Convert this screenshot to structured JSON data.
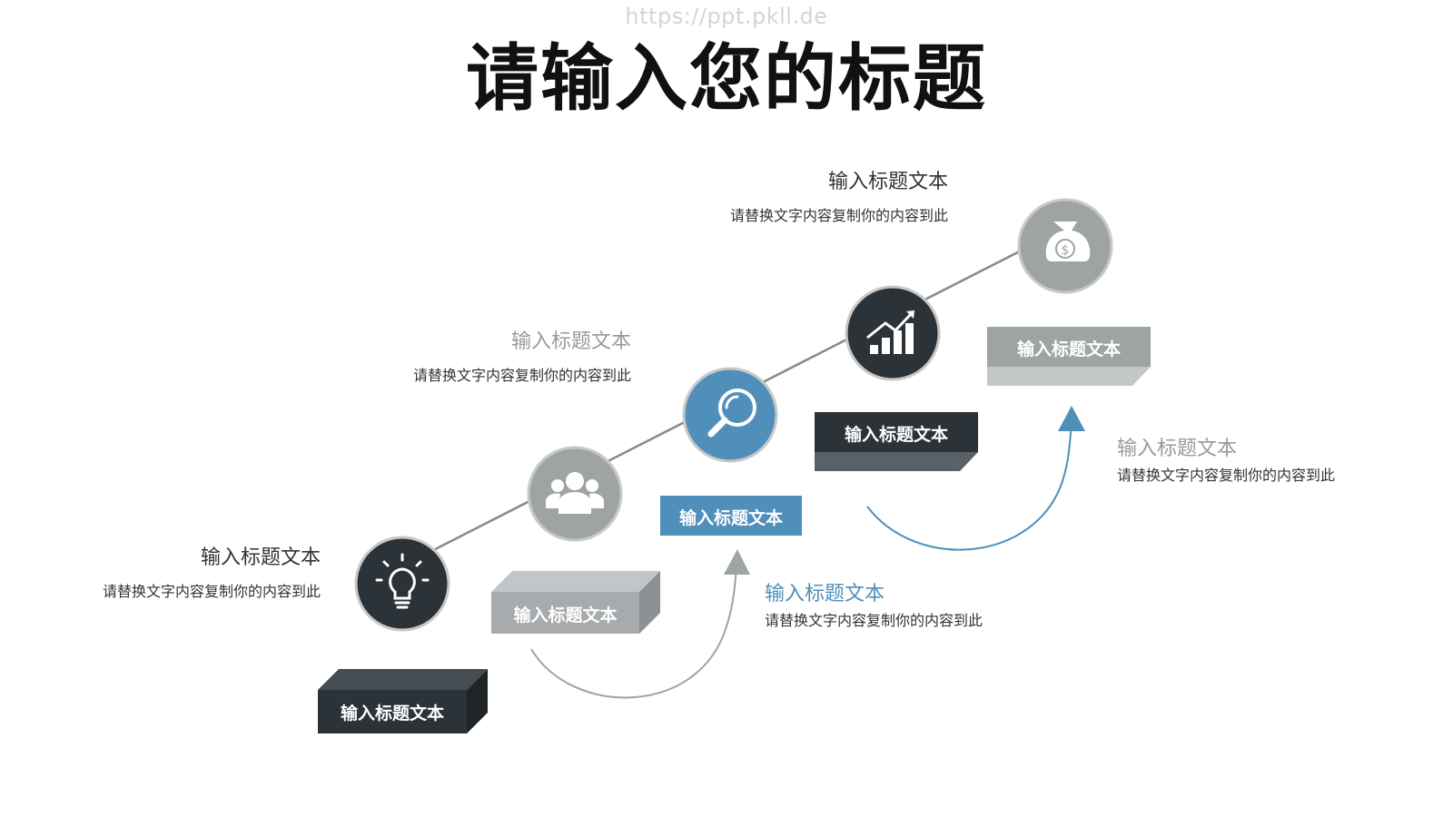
{
  "watermark": "https://ppt.pkll.de",
  "title": "请输入您的标题",
  "colors": {
    "dark": "#2c3338",
    "gray": "#9ea3a4",
    "blue": "#4f8fb9",
    "light_gray": "#b5b8ba",
    "line": "#8a8a8a",
    "heading_gray": "#9a9a9a"
  },
  "steps": [
    {
      "icon": "lightbulb-icon",
      "box_label": "输入标题文本",
      "heading": "输入标题文本",
      "desc": "请替换文字内容复制你的内容到此"
    },
    {
      "icon": "team-icon",
      "box_label": "输入标题文本",
      "heading": "输入标题文本",
      "desc": "请替换文字内容复制你的内容到此"
    },
    {
      "icon": "magnifier-icon",
      "box_label": "输入标题文本",
      "heading": "输入标题文本",
      "desc": "请替换文字内容复制你的内容到此"
    },
    {
      "icon": "growth-chart-icon",
      "box_label": "输入标题文本",
      "heading": "输入标题文本",
      "desc": "请替换文字内容复制你的内容到此"
    },
    {
      "icon": "money-bag-icon",
      "box_label": "输入标题文本",
      "heading": "输入标题文本",
      "desc": "请替换文字内容复制你的内容到此"
    }
  ]
}
